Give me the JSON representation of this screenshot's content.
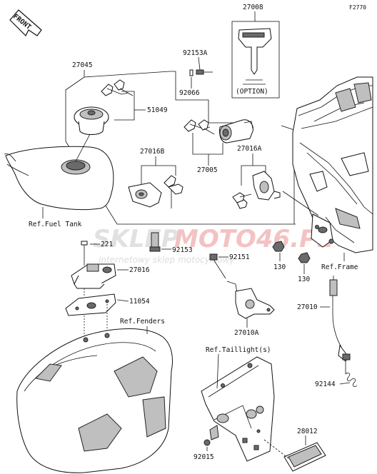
{
  "figure_code": "F2770",
  "front_label": "FRONT",
  "option_label": "(OPTION)",
  "part_numbers": {
    "p27008": "27008",
    "p92153A": "92153A",
    "p92066": "92066",
    "p27045": "27045",
    "p51049": "51049",
    "p27016B": "27016B",
    "p27005": "27005",
    "p27016A": "27016A",
    "p221": "221",
    "p92153": "92153",
    "p27016": "27016",
    "p92151": "92151",
    "p130a": "130",
    "p130b": "130",
    "p11054": "11054",
    "p27010A": "27010A",
    "p27010": "27010",
    "p28012": "28012",
    "p92144": "92144",
    "p92015": "92015"
  },
  "references": {
    "fuel_tank": "Ref.Fuel Tank",
    "frame": "Ref.Frame",
    "fenders": "Ref.Fenders",
    "taillight": "Ref.Taillight(s)"
  },
  "watermark": {
    "brand_left": "SKLEP",
    "brand_right": "MOTO46.PL",
    "tagline": "internetowy sklep motocyklowy",
    "colors": {
      "left": "#dcdcdc",
      "right": "#f2b8b8"
    }
  }
}
